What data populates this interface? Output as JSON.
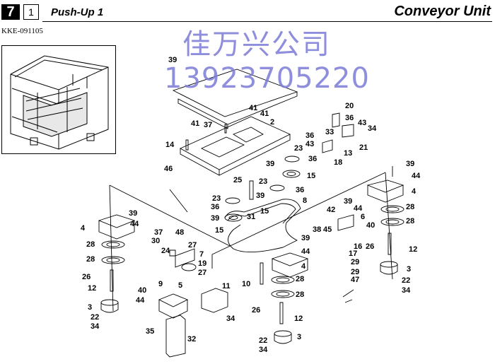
{
  "header": {
    "section_number": "7",
    "sub_number": "1",
    "title": "Push-Up 1",
    "unit": "Conveyor Unit",
    "doc_code": "KKE-091105"
  },
  "watermark": {
    "line1": "佳万兴公司",
    "line2": "13923705220",
    "color": "#7b7bd8"
  },
  "callouts": [
    {
      "id": "c39a",
      "text": "39"
    },
    {
      "id": "c41a",
      "text": "41"
    },
    {
      "id": "c41b",
      "text": "41"
    },
    {
      "id": "c41c",
      "text": "41"
    },
    {
      "id": "c37a",
      "text": "37"
    },
    {
      "id": "c2",
      "text": "2"
    },
    {
      "id": "c14",
      "text": "14"
    },
    {
      "id": "c46",
      "text": "46"
    },
    {
      "id": "c20",
      "text": "20"
    },
    {
      "id": "c36a",
      "text": "36"
    },
    {
      "id": "c43a",
      "text": "43"
    },
    {
      "id": "c34a",
      "text": "34"
    },
    {
      "id": "c33",
      "text": "33"
    },
    {
      "id": "c36b",
      "text": "36"
    },
    {
      "id": "c43b",
      "text": "43"
    },
    {
      "id": "c13",
      "text": "13"
    },
    {
      "id": "c21",
      "text": "21"
    },
    {
      "id": "c18",
      "text": "18"
    },
    {
      "id": "c23a",
      "text": "23"
    },
    {
      "id": "c36c",
      "text": "36"
    },
    {
      "id": "c39b",
      "text": "39"
    },
    {
      "id": "c15a",
      "text": "15"
    },
    {
      "id": "c39c",
      "text": "39"
    },
    {
      "id": "c44a",
      "text": "44"
    },
    {
      "id": "c4a",
      "text": "4"
    },
    {
      "id": "c25",
      "text": "25"
    },
    {
      "id": "c23b",
      "text": "23"
    },
    {
      "id": "c36d",
      "text": "36"
    },
    {
      "id": "c23c",
      "text": "23"
    },
    {
      "id": "c39d",
      "text": "39"
    },
    {
      "id": "c28a",
      "text": "28"
    },
    {
      "id": "c28b",
      "text": "28"
    },
    {
      "id": "c36e",
      "text": "36"
    },
    {
      "id": "c15b",
      "text": "15"
    },
    {
      "id": "c8",
      "text": "8"
    },
    {
      "id": "c39e",
      "text": "39"
    },
    {
      "id": "c31",
      "text": "31"
    },
    {
      "id": "c15c",
      "text": "15"
    },
    {
      "id": "c42",
      "text": "42"
    },
    {
      "id": "c39f",
      "text": "39"
    },
    {
      "id": "c44b",
      "text": "44"
    },
    {
      "id": "c6",
      "text": "6"
    },
    {
      "id": "c40a",
      "text": "40"
    },
    {
      "id": "c39g",
      "text": "39"
    },
    {
      "id": "c4b",
      "text": "4"
    },
    {
      "id": "c44c",
      "text": "44"
    },
    {
      "id": "c37b",
      "text": "37"
    },
    {
      "id": "c48",
      "text": "48"
    },
    {
      "id": "c30",
      "text": "30"
    },
    {
      "id": "c27a",
      "text": "27"
    },
    {
      "id": "c38",
      "text": "38"
    },
    {
      "id": "c45",
      "text": "45"
    },
    {
      "id": "c39h",
      "text": "39"
    },
    {
      "id": "c16",
      "text": "16"
    },
    {
      "id": "c26a",
      "text": "26"
    },
    {
      "id": "c12a",
      "text": "12"
    },
    {
      "id": "c28c",
      "text": "28"
    },
    {
      "id": "c24",
      "text": "24"
    },
    {
      "id": "c7",
      "text": "7"
    },
    {
      "id": "c44d",
      "text": "44"
    },
    {
      "id": "c17",
      "text": "17"
    },
    {
      "id": "c28d",
      "text": "28"
    },
    {
      "id": "c19",
      "text": "19"
    },
    {
      "id": "c29a",
      "text": "29"
    },
    {
      "id": "c26b",
      "text": "26"
    },
    {
      "id": "c27b",
      "text": "27"
    },
    {
      "id": "c4c",
      "text": "4"
    },
    {
      "id": "c29b",
      "text": "29"
    },
    {
      "id": "c12b",
      "text": "12"
    },
    {
      "id": "c10",
      "text": "10"
    },
    {
      "id": "c28e",
      "text": "28"
    },
    {
      "id": "c47",
      "text": "47"
    },
    {
      "id": "c3a",
      "text": "3"
    },
    {
      "id": "c9",
      "text": "9"
    },
    {
      "id": "c5",
      "text": "5"
    },
    {
      "id": "c11",
      "text": "11"
    },
    {
      "id": "c28f",
      "text": "28"
    },
    {
      "id": "c22a",
      "text": "22"
    },
    {
      "id": "c40b",
      "text": "40"
    },
    {
      "id": "c34b",
      "text": "34"
    },
    {
      "id": "c3b",
      "text": "3"
    },
    {
      "id": "c44e",
      "text": "44"
    },
    {
      "id": "c26c",
      "text": "26"
    },
    {
      "id": "c22b",
      "text": "22"
    },
    {
      "id": "c34c",
      "text": "34"
    },
    {
      "id": "c12c",
      "text": "12"
    },
    {
      "id": "c35",
      "text": "35"
    },
    {
      "id": "c32",
      "text": "32"
    },
    {
      "id": "c34d",
      "text": "34"
    },
    {
      "id": "c3c",
      "text": "3"
    },
    {
      "id": "c22c",
      "text": "22"
    },
    {
      "id": "c34e",
      "text": "34"
    }
  ]
}
